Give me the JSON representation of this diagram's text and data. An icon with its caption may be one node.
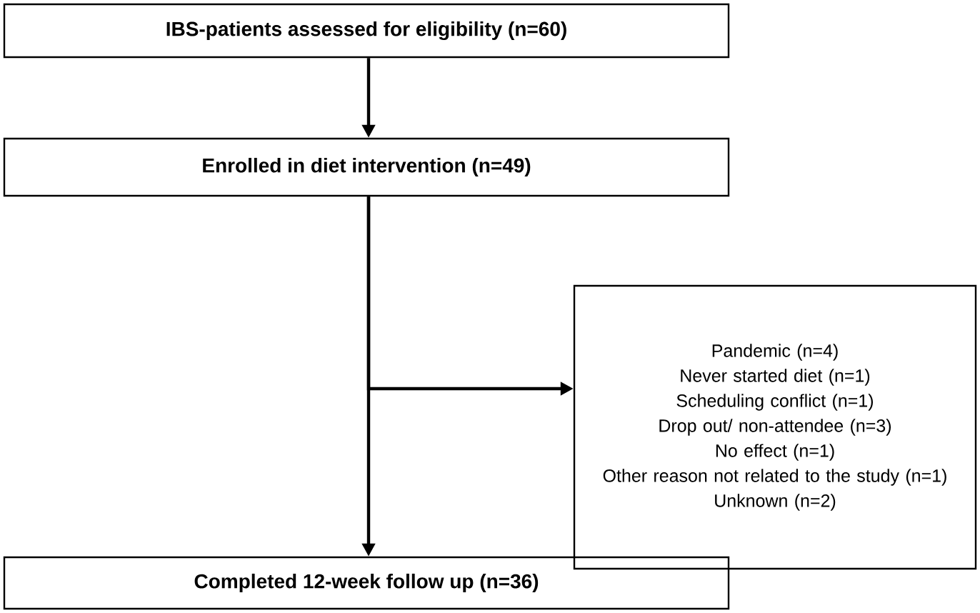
{
  "diagram": {
    "nodes": [
      {
        "text": [
          "IBS-patients assessed for eligibility (n=60)"
        ]
      },
      {
        "text": [
          "Enrolled in diet intervention (n=49)"
        ]
      },
      {
        "text": [
          "Pandemic (n=4)",
          "Never started diet (n=1)",
          "Scheduling conflict (n=1)",
          "Drop out/ non-attendee (n=3)",
          "No effect (n=1)",
          "Other reason not related to the study (n=1)",
          "Unknown (n=2)"
        ]
      },
      {
        "text": [
          "Completed 12-week follow up (n=36)"
        ]
      }
    ],
    "edges": [
      {
        "from": 0,
        "to": 1,
        "arrow": "to"
      },
      {
        "from": 1,
        "to": 3,
        "arrow": "to"
      },
      {
        "from": 1,
        "to": 2,
        "arrow": "to"
      }
    ]
  }
}
